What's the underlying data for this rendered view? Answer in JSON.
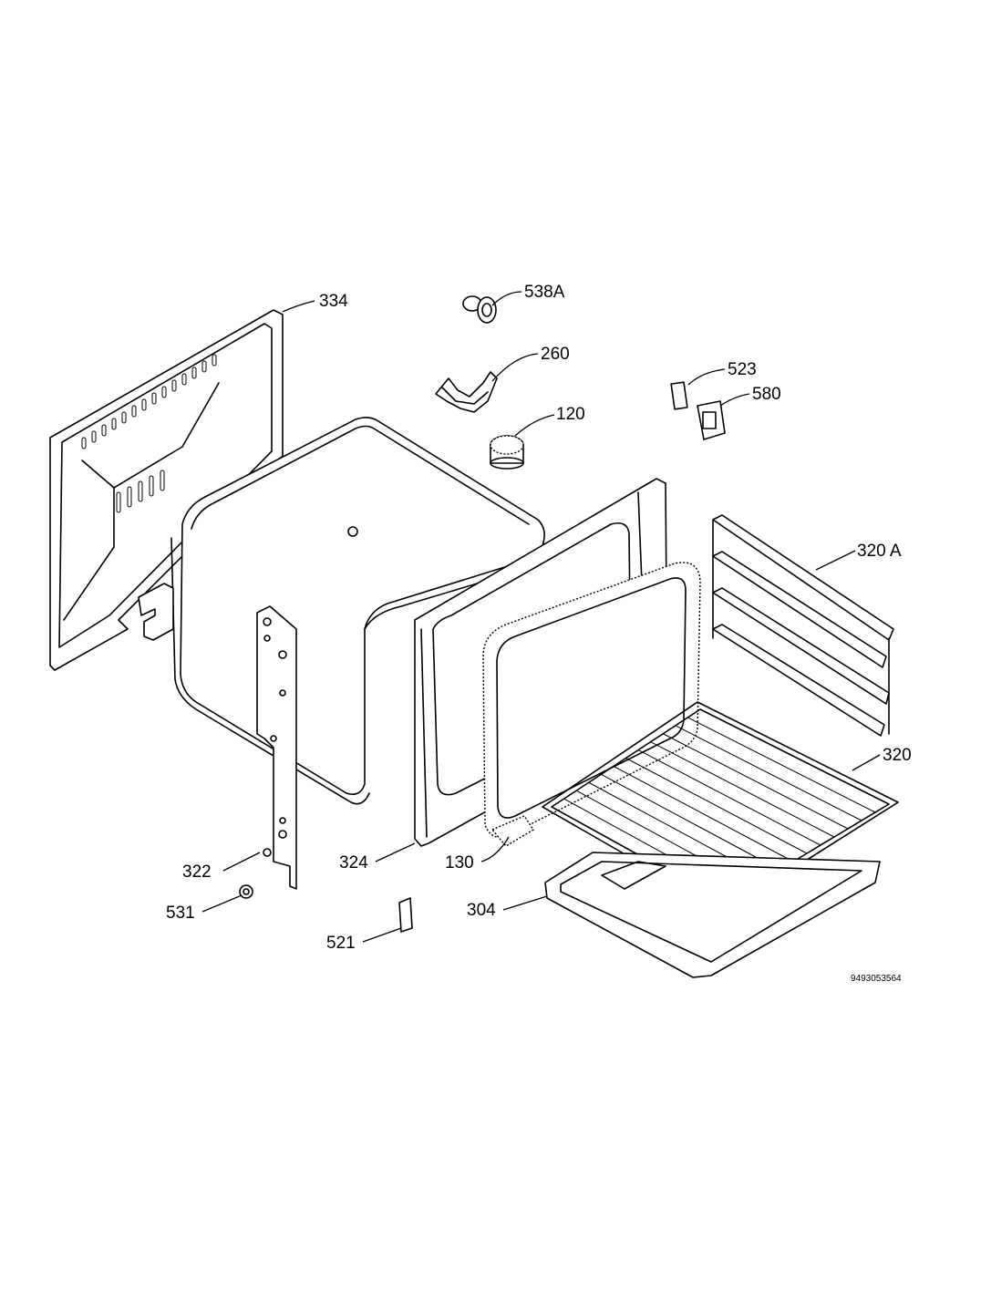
{
  "diagram": {
    "part_labels": {
      "p334": "334",
      "p538a": "538A",
      "p260": "260",
      "p523": "523",
      "p580": "580",
      "p120": "120",
      "p320a": "320 A",
      "p320": "320",
      "p322": "322",
      "p324": "324",
      "p130": "130",
      "p304": "304",
      "p531": "531",
      "p521": "521"
    },
    "drawing_code": "9493053564"
  }
}
